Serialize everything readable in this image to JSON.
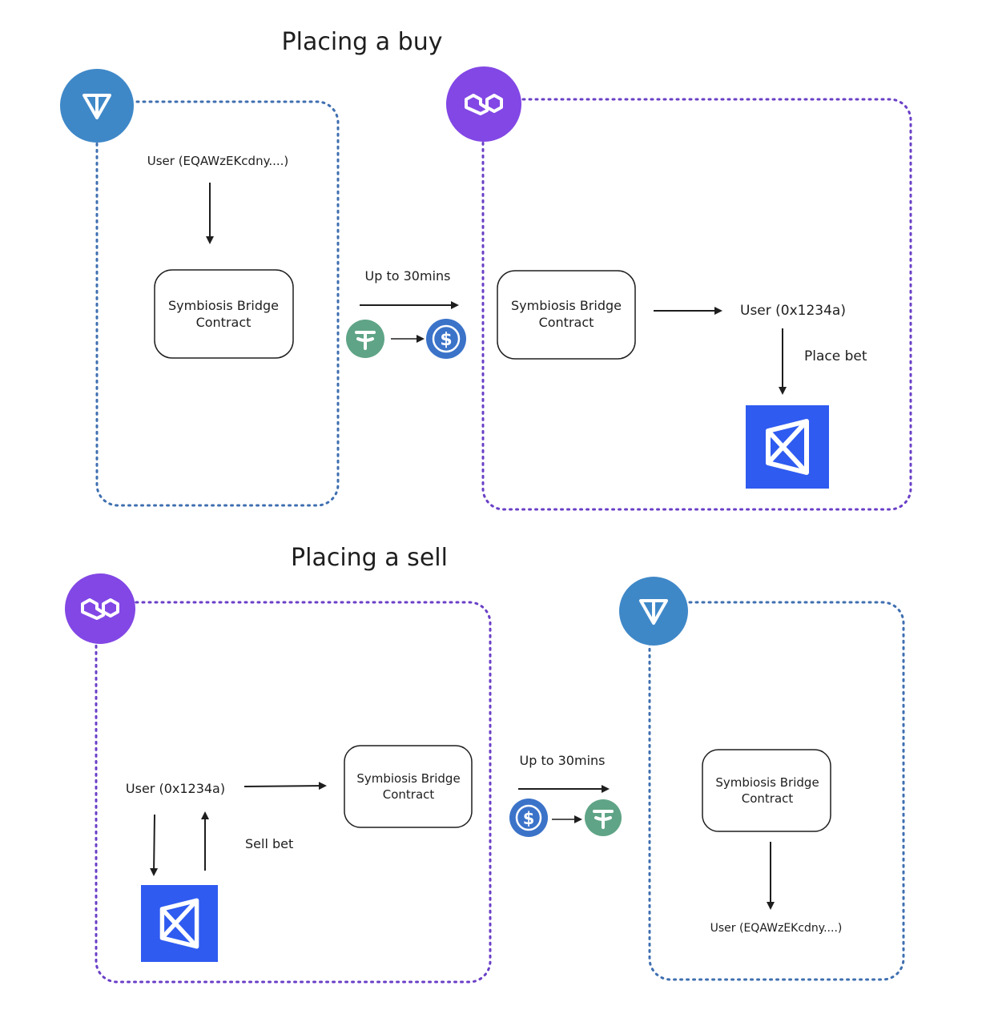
{
  "colors": {
    "ton_blue": "#3f88c8",
    "polygon_purple": "#8247e5",
    "usdt_green": "#5fa486",
    "usdc_blue": "#3b73c9",
    "platform_blue": "#2f5bf0",
    "dotted_blue": "#3f6fb0",
    "dotted_purple": "#6a3fc7",
    "ink": "#1e1e1e"
  },
  "buy": {
    "title": "Placing a buy",
    "ton_panel": {
      "icon": "ton-icon",
      "user_label": "User (EQAWzEKcdny....)",
      "contract_label_1": "Symbiosis Bridge",
      "contract_label_2": "Contract"
    },
    "bridge": {
      "time_label": "Up to 30mins",
      "from_token_icon": "usdt-icon",
      "to_token_icon": "usdc-icon"
    },
    "polygon_panel": {
      "icon": "polygon-icon",
      "contract_label_1": "Symbiosis Bridge",
      "contract_label_2": "Contract",
      "user_label": "User (0x1234a)",
      "action_label": "Place bet",
      "platform_icon": "platform-logo-icon"
    }
  },
  "sell": {
    "title": "Placing a sell",
    "polygon_panel": {
      "icon": "polygon-icon",
      "user_label": "User (0x1234a)",
      "action_label": "Sell bet",
      "contract_label_1": "Symbiosis Bridge",
      "contract_label_2": "Contract",
      "platform_icon": "platform-logo-icon"
    },
    "bridge": {
      "time_label": "Up to 30mins",
      "from_token_icon": "usdc-icon",
      "to_token_icon": "usdt-icon"
    },
    "ton_panel": {
      "icon": "ton-icon",
      "contract_label_1": "Symbiosis Bridge",
      "contract_label_2": "Contract",
      "user_label": "User (EQAWzEKcdny....)"
    }
  }
}
